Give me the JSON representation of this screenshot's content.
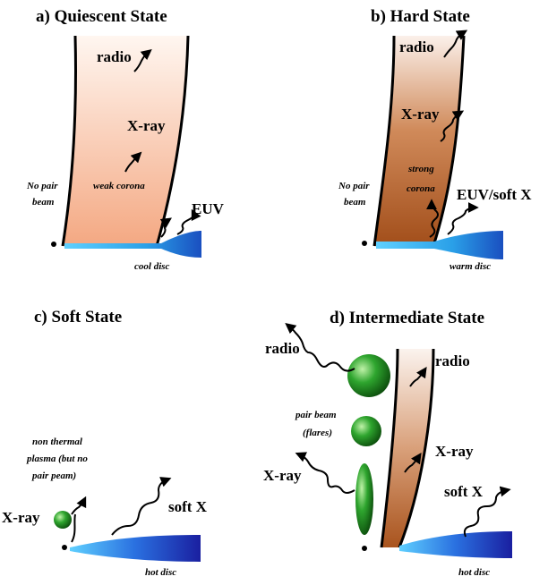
{
  "panels": {
    "a": {
      "title": "a) Quiescent State",
      "radio": "radio",
      "xray": "X-ray",
      "corona": "weak corona",
      "beam_line1": "No pair",
      "beam_line2": "beam",
      "euv": "EUV",
      "disc": "cool disc"
    },
    "b": {
      "title": "b) Hard State",
      "radio": "radio",
      "xray": "X-ray",
      "corona_line1": "strong",
      "corona_line2": "corona",
      "beam_line1": "No pair",
      "beam_line2": "beam",
      "euv": "EUV/soft X",
      "disc": "warm disc"
    },
    "c": {
      "title": "c)  Soft State",
      "plasma_line1": "non thermal",
      "plasma_line2": "plasma (but no",
      "plasma_line3": "pair peam)",
      "xray": "X-ray",
      "softx": "soft X",
      "disc": "hot disc"
    },
    "d": {
      "title": "d) Intermediate State",
      "radio_left": "radio",
      "radio_right": "radio",
      "pair_line1": "pair beam",
      "pair_line2": "(flares)",
      "xray_left": "X-ray",
      "xray_right": "X-ray",
      "softx": "soft X",
      "disc": "hot disc"
    }
  },
  "colors": {
    "weak_corona": "#f7c4a8",
    "strong_corona": "#b05a24",
    "cool_disc": "#48c0f0",
    "hot_disc": "#1a2ab0",
    "blob": "#1f8a1f"
  }
}
